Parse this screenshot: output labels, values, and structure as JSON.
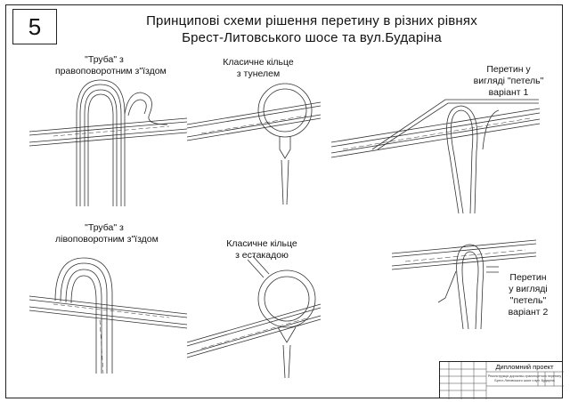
{
  "sheet_number": "5",
  "title": {
    "line1": "Принципові схеми рішення перетину в різних рівнях",
    "line2": "Брест-Литовського шосе та вул.Бударіна"
  },
  "schemes": [
    {
      "line1": "\"Труба\" з",
      "line2": "правоповоротним з\"їздом"
    },
    {
      "line1": "Класичне кільце",
      "line2": "з тунелем"
    },
    {
      "line1": "Перетин у",
      "line2": "вигляді \"петель\"",
      "line3": "варіант 1"
    },
    {
      "line1": "\"Труба\" з",
      "line2": "лівоповоротним з\"їздом"
    },
    {
      "line1": "Класичне кільце",
      "line2": "з естакадою"
    },
    {
      "line1": "Перетин",
      "line2": "у вигляді",
      "line3": "\"петель\"",
      "line4": "варіант 2"
    }
  ],
  "stamp": {
    "title": "Дипломний проект",
    "line1": "Реконструкція дорожньо-транспортного перетину",
    "line2": "Брест-Литовського шосе з вул. Бударіна"
  }
}
